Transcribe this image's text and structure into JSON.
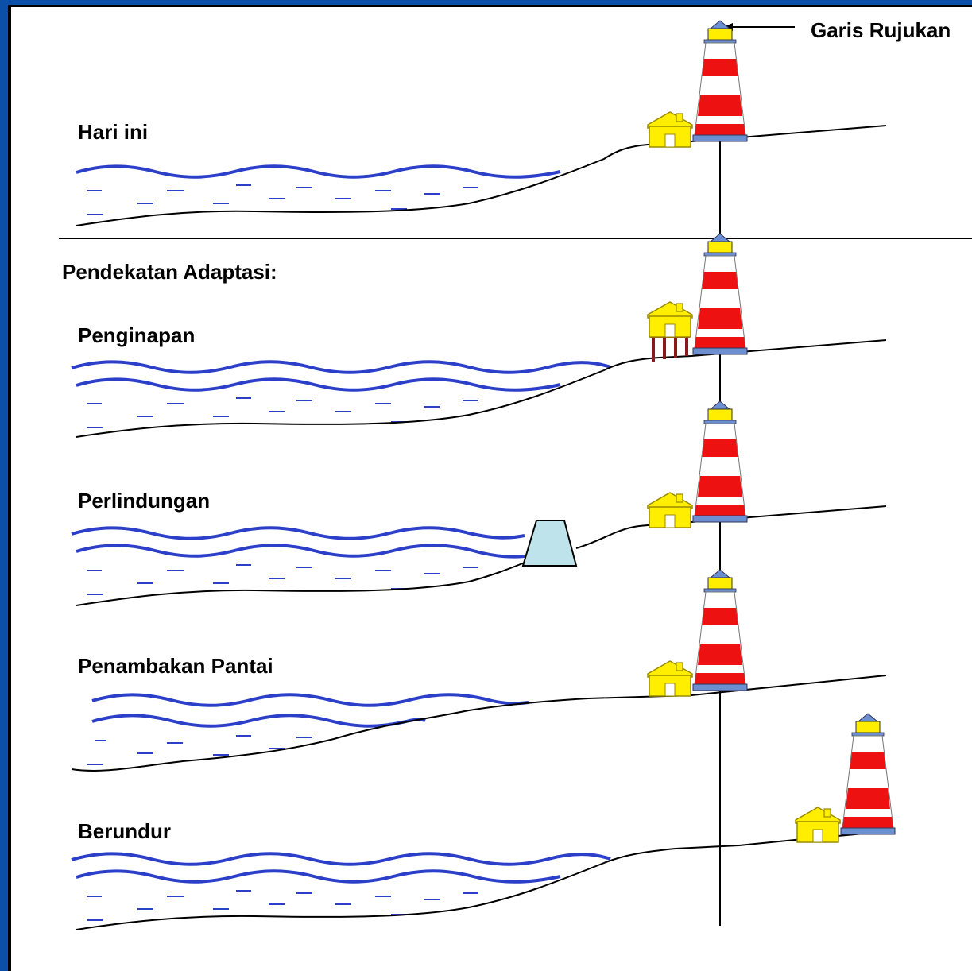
{
  "reference_label": "Garis Rujukan",
  "section_heading": "Pendekatan Adaptasi:",
  "panels": [
    {
      "label": "Hari ini"
    },
    {
      "label": "Penginapan"
    },
    {
      "label": "Perlindungan"
    },
    {
      "label": "Penambakan Pantai"
    },
    {
      "label": "Berundur"
    }
  ],
  "colors": {
    "frame": "#0b4fa8",
    "water": "#2b3fc9",
    "house": "#ffee00",
    "lighthouse_red": "#ee1111",
    "lighthouse_cap": "#6b8fd0",
    "seawall": "#bfe3ea",
    "stilts": "#8b1a1a"
  }
}
